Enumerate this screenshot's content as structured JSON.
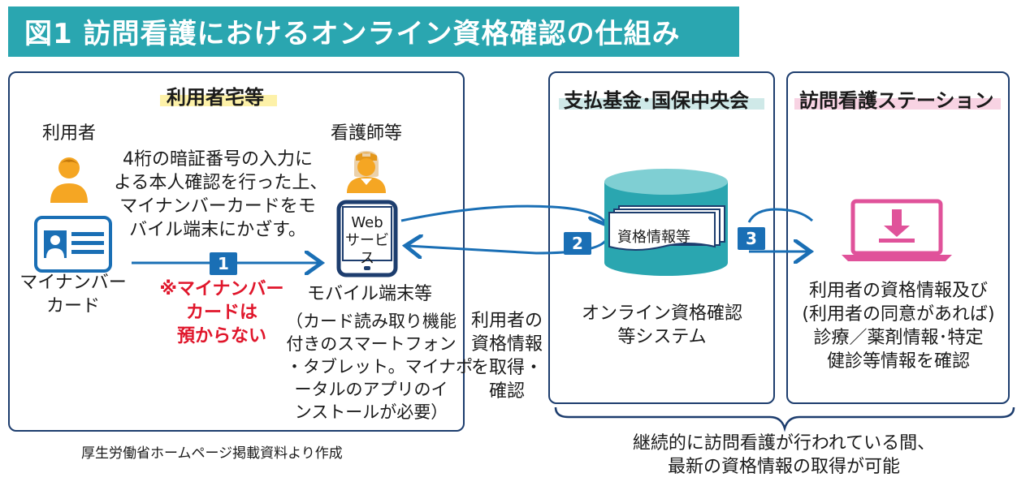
{
  "title": "図1 訪問看護におけるオンライン資格確認の仕組み",
  "home": {
    "heading": "利用者宅等",
    "user_label": "利用者",
    "card_label": [
      "マイナンバー",
      "カード"
    ],
    "instruction": [
      "4桁の暗証番号の入力に",
      "よる本人確認を行った上、",
      "マイナンバーカードをモ",
      "バイル端末にかざす。"
    ],
    "warning": [
      "※マイナンバー",
      "カードは",
      "預からない"
    ],
    "nurse_label": "看護師等",
    "web_service": [
      "Web",
      "サービス"
    ],
    "device_label": "モバイル端末等",
    "device_note": [
      "（カード読み取り機能",
      "付きのスマートフォン",
      "・タブレット。マイナポ",
      "ータルのアプリのイ",
      "ンストールが必要）"
    ]
  },
  "middle_note": [
    "利用者の",
    "資格情報",
    "を取得・",
    "確認"
  ],
  "fund": {
    "heading": "支払基金･国保中央会",
    "doc_label": "資格情報等",
    "system_label": [
      "オンライン資格確認",
      "等システム"
    ]
  },
  "station": {
    "heading": "訪問看護ステーション",
    "note": [
      "利用者の資格情報及び",
      "(利用者の同意があれば)",
      "診療／薬剤情報･特定",
      "健診等情報を確認"
    ]
  },
  "steps": [
    "1",
    "2",
    "3"
  ],
  "bottom_note": [
    "継続的に訪問看護が行われている間、",
    "最新の資格情報の取得が可能"
  ],
  "source": "厚生労働省ホームページ掲載資料より作成",
  "colors": {
    "title_bg": "#2aa6b0",
    "border": "#1d3d6e",
    "arrow": "#1a6fb5",
    "icon_orange": "#f5a623",
    "highlight_yellow": "#fdf1a8",
    "highlight_teal": "#cfe9e8",
    "highlight_pink": "#f8d3e3",
    "laptop_pink": "#e0529a",
    "warning_red": "#e0162b"
  }
}
